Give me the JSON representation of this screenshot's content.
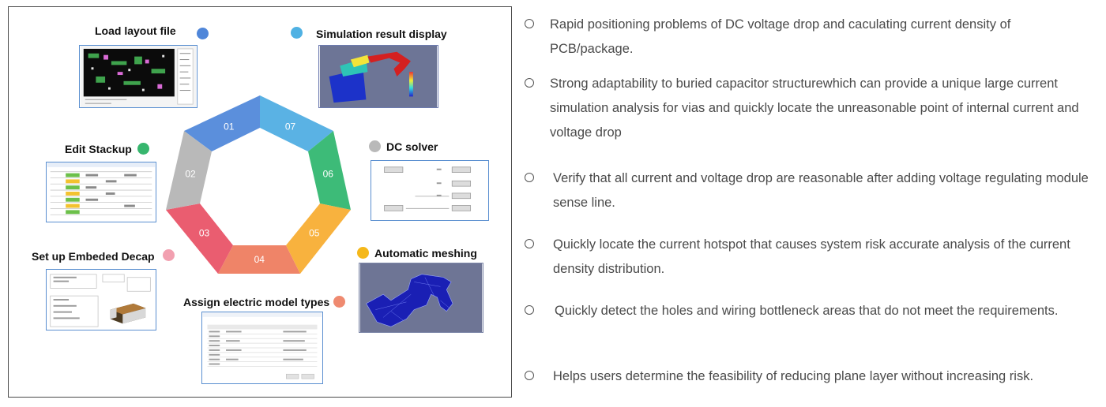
{
  "steps": [
    {
      "label": "Load layout file",
      "color": "#4f86d9"
    },
    {
      "label": "Simulation result display",
      "color": "#4fb1e3"
    },
    {
      "label": "Edit Stackup",
      "color": "#37b66e"
    },
    {
      "label": "DC solver",
      "color": "#b9b9b9"
    },
    {
      "label": "Set up Embeded Decap",
      "color": "#f2a0b0"
    },
    {
      "label": "Automatic meshing",
      "color": "#f5b81a"
    },
    {
      "label": "Assign electric model types",
      "color": "#ef8a70"
    }
  ],
  "wheel": [
    {
      "number": "01",
      "color": "#5b8fdc"
    },
    {
      "number": "07",
      "color": "#5ab2e4"
    },
    {
      "number": "06",
      "color": "#3dbb78"
    },
    {
      "number": "05",
      "color": "#f8b23e"
    },
    {
      "number": "04",
      "color": "#ef8468"
    },
    {
      "number": "03",
      "color": "#ea5d70"
    },
    {
      "number": "02",
      "color": "#b9b9b9"
    }
  ],
  "bullets": [
    "Rapid positioning problems of DC voltage drop and caculating current density of PCB/package.",
    "Strong adaptability to buried capacitor structurewhich can provide a unique large current simulation analysis for vias and quickly locate the unreasonable point of internal current and voltage drop",
    "Verify that all current and voltage drop are reasonable after adding voltage regulating module sense line.",
    "Quickly locate the current hotspot that causes system risk accurate analysis of the current density distribution.",
    "Quickly detect the holes and wiring bottleneck areas that do not meet the requirements.",
    "Helps users determine the feasibility of reducing plane layer without increasing risk."
  ]
}
